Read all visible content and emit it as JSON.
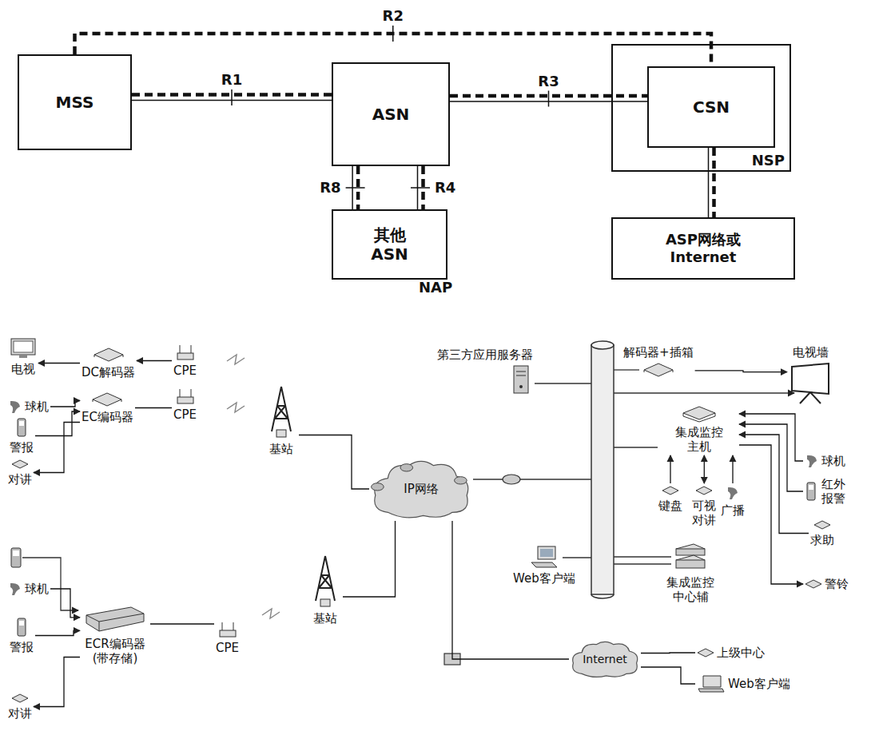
{
  "diagram": {
    "nodes": [
      {
        "text": [
          "MSS"
        ]
      },
      {
        "text": [
          "ASN"
        ]
      },
      {
        "text": [
          "NSP"
        ]
      },
      {
        "text": [
          "CSN"
        ],
        "in": 2
      },
      {
        "text": [
          "其他 ASN"
        ]
      },
      {
        "text": [
          "ASP网络或 Internet"
        ]
      },
      {
        "text": [
          "电视"
        ]
      },
      {
        "text": [
          "DC解码器"
        ]
      },
      {
        "text": [
          "CPE"
        ]
      },
      {
        "text": [
          "球机"
        ]
      },
      {
        "text": [
          "警报"
        ]
      },
      {
        "text": [
          "对讲"
        ]
      },
      {
        "text": [
          "EC编码器"
        ]
      },
      {
        "text": [
          "CPE"
        ]
      },
      {
        "text": [
          "基站"
        ]
      },
      {
        "text": [
          "第三方应用服务器"
        ]
      },
      {
        "text": [
          "解码器+插箱"
        ]
      },
      {
        "text": [
          "电视墙"
        ]
      },
      {
        "text": [
          "集成监控 主机"
        ]
      },
      {
        "text": [
          "IP网络"
        ]
      },
      {
        "text": [
          "键盘"
        ]
      },
      {
        "text": [
          "可视 对讲"
        ]
      },
      {
        "text": [
          "广播"
        ]
      },
      {
        "text": [
          "球机"
        ]
      },
      {
        "text": [
          "红外 报警"
        ]
      },
      {
        "text": [
          "求助"
        ]
      },
      {
        "text": [
          "警铃"
        ]
      },
      {
        "text": [
          "Web客户端"
        ]
      },
      {
        "text": [
          "集成监控 中心辅"
        ]
      },
      {
        "text": [
          "基站"
        ]
      },
      {
        "text": [
          "球机"
        ]
      },
      {
        "text": [
          "警报"
        ]
      },
      {
        "text": [
          "ECR编码器 (带存储)"
        ]
      },
      {
        "text": [
          "CPE"
        ]
      },
      {
        "text": [
          "对讲"
        ]
      },
      {
        "text": [
          "Internet"
        ]
      },
      {
        "text": [
          "上级中心"
        ]
      },
      {
        "text": [
          "Web客户端"
        ]
      }
    ],
    "edges": [
      {
        "from": 0,
        "to": 1,
        "label": "R1",
        "arrow": "none"
      },
      {
        "from": 0,
        "to": 3,
        "label": "R2",
        "arrow": "none"
      },
      {
        "from": 1,
        "to": 3,
        "label": "R3",
        "arrow": "none"
      },
      {
        "from": 1,
        "to": 4,
        "label": "R8",
        "arrow": "none"
      },
      {
        "from": 1,
        "to": 4,
        "label": "R4",
        "arrow": "none"
      },
      {
        "from": 3,
        "to": 5,
        "arrow": "none"
      },
      {
        "from": 8,
        "to": 7,
        "arrow": "to"
      },
      {
        "from": 7,
        "to": 6,
        "arrow": "to"
      },
      {
        "from": 9,
        "to": 12,
        "arrow": "to"
      },
      {
        "from": 10,
        "to": 12,
        "arrow": "to"
      },
      {
        "from": 12,
        "to": 11,
        "arrow": "to"
      },
      {
        "from": 12,
        "to": 13,
        "arrow": "none"
      },
      {
        "from": 14,
        "to": 19,
        "arrow": "none"
      },
      {
        "from": 29,
        "to": 19,
        "arrow": "none"
      },
      {
        "from": 19,
        "to": 35,
        "arrow": "none"
      },
      {
        "from": 35,
        "to": 36,
        "arrow": "none"
      },
      {
        "from": 35,
        "to": 37,
        "arrow": "none"
      },
      {
        "from": 16,
        "to": 17,
        "arrow": "to"
      },
      {
        "from": 23,
        "to": 18,
        "arrow": "to"
      },
      {
        "from": 24,
        "to": 18,
        "arrow": "to"
      },
      {
        "from": 25,
        "to": 18,
        "arrow": "to"
      },
      {
        "from": 18,
        "to": 26,
        "arrow": "to"
      },
      {
        "from": 20,
        "to": 18,
        "arrow": "to"
      },
      {
        "from": 21,
        "to": 18,
        "arrow": "both"
      },
      {
        "from": 22,
        "to": 18,
        "arrow": "to"
      },
      {
        "from": 30,
        "to": 32,
        "arrow": "to"
      },
      {
        "from": 31,
        "to": 32,
        "arrow": "to"
      },
      {
        "from": 32,
        "to": 34,
        "arrow": "to"
      },
      {
        "from": 32,
        "to": 33,
        "arrow": "none"
      }
    ],
    "labels": [
      "NAP"
    ]
  }
}
